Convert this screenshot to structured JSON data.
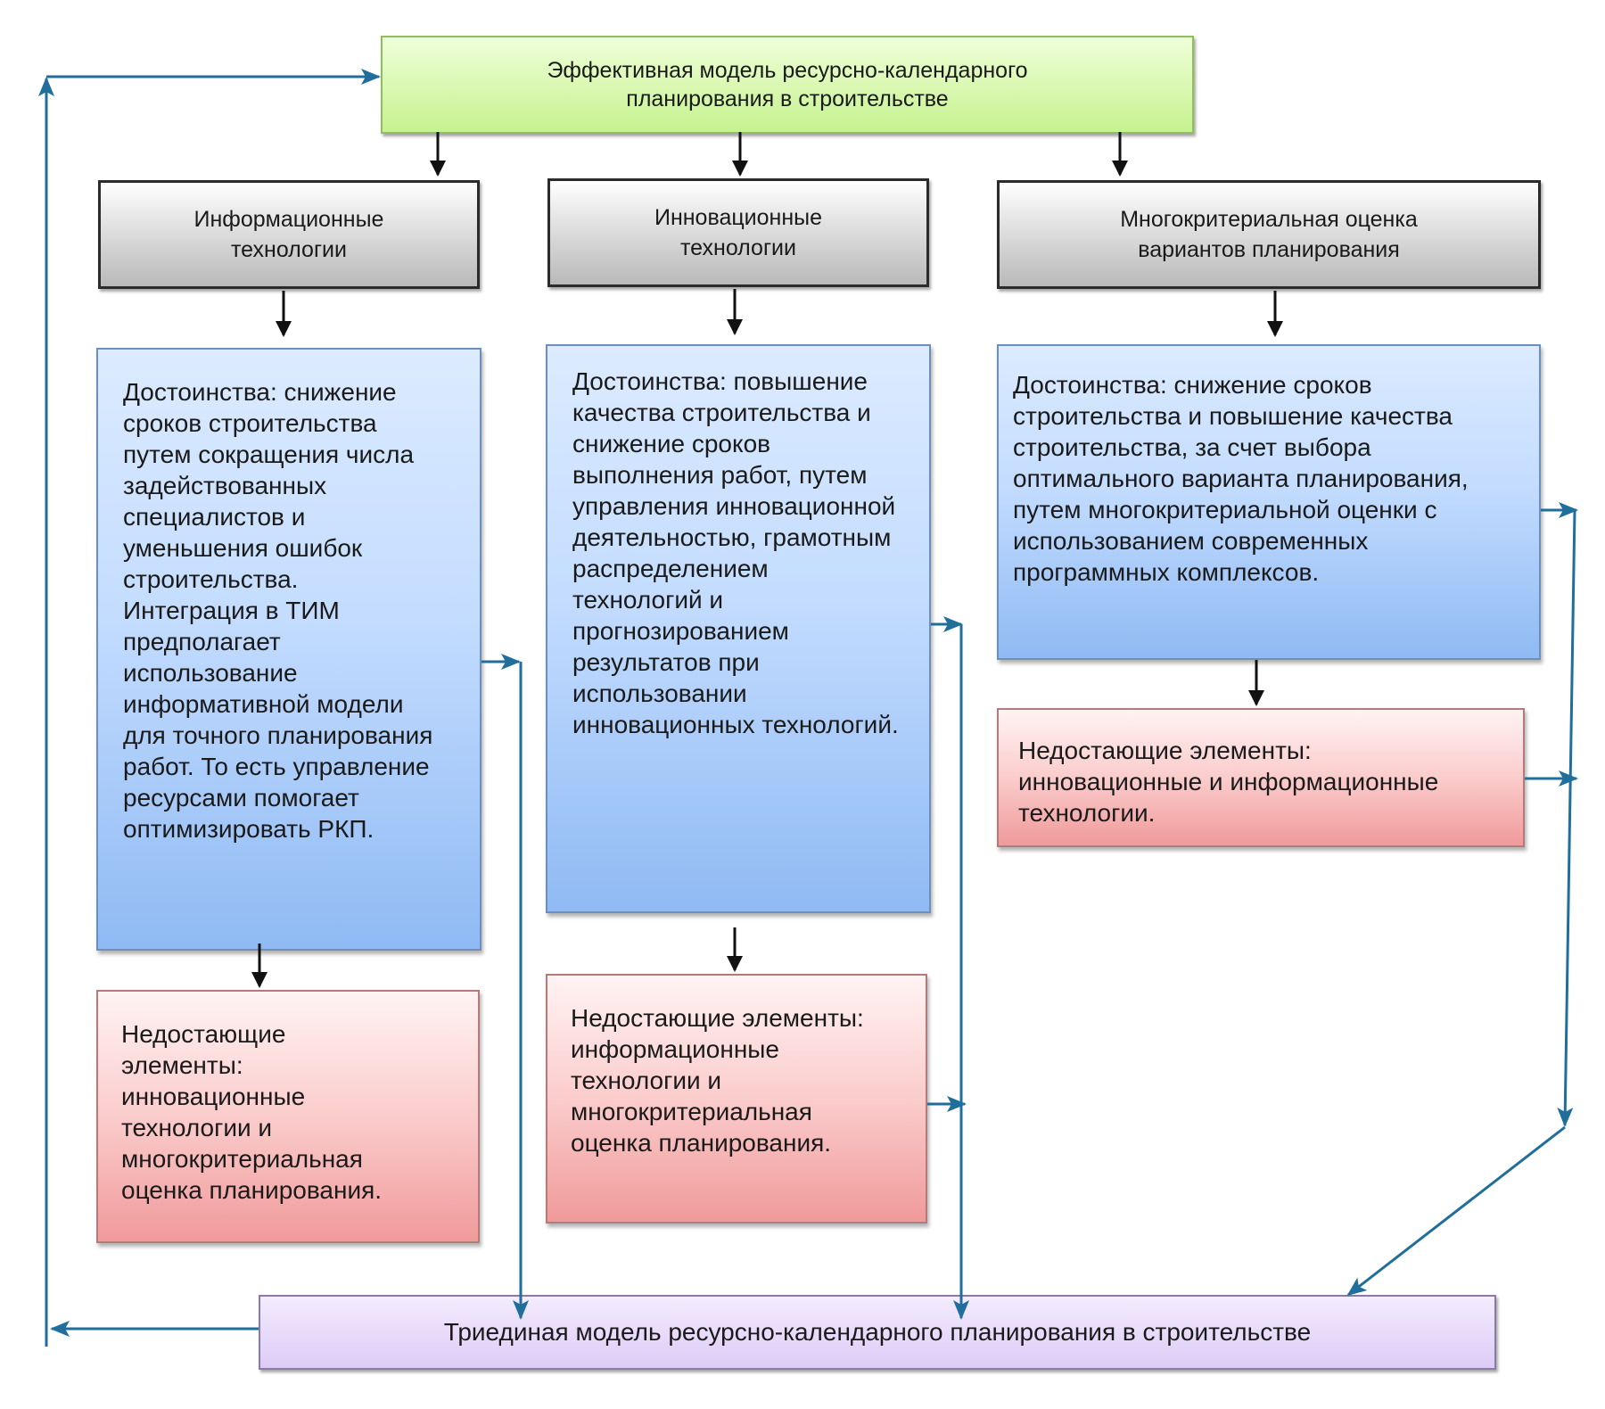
{
  "top": {
    "title": "Эффективная модель ресурсно-календарного\nпланирования в строительстве"
  },
  "columns": [
    {
      "category": "Информационные\nтехнологии",
      "advantages": "Достоинства: снижение\nсроков строительства\nпутем сокращения числа\nзадействованных\nспециалистов и\nуменьшения ошибок\nстроительства.\nИнтеграция в ТИМ\nпредполагает\nиспользование\nинформативной модели\nдля точного планирования\nработ. То есть управление\nресурсами помогает\nоптимизировать РКП.",
      "missing": "Недостающие\nэлементы:\nинновационные\nтехнологии и\nмногокритериальная\nоценка планирования."
    },
    {
      "category": "Инновационные\nтехнологии",
      "advantages": "Достоинства: повышение\nкачества строительства и\nснижение сроков\nвыполнения работ, путем\nуправления инновационной\nдеятельностью, грамотным\nраспределением\nтехнологий и\nпрогнозированием\nрезультатов при\nиспользовании\nинновационных технологий.",
      "missing": "Недостающие элементы:\nинформационные\nтехнологии и\nмногокритериальная\nоценка планирования."
    },
    {
      "category": "Многокритериальная оценка\nвариантов планирования",
      "advantages": "Достоинства: снижение сроков\nстроительства и повышение качества\nстроительства, за счет выбора\nоптимального варианта планирования,\nпутем многокритериальной оценки с\nиспользованием современных\nпрограммных комплексов.",
      "missing": "Недостающие элементы:\nинновационные и информационные\nтехнологии."
    }
  ],
  "bottom": {
    "title": "Триединая модель ресурсно-календарного планирования в строительстве"
  },
  "colors": {
    "feedback_arrow": "#1f6e9c",
    "flow_arrow": "#111111"
  }
}
